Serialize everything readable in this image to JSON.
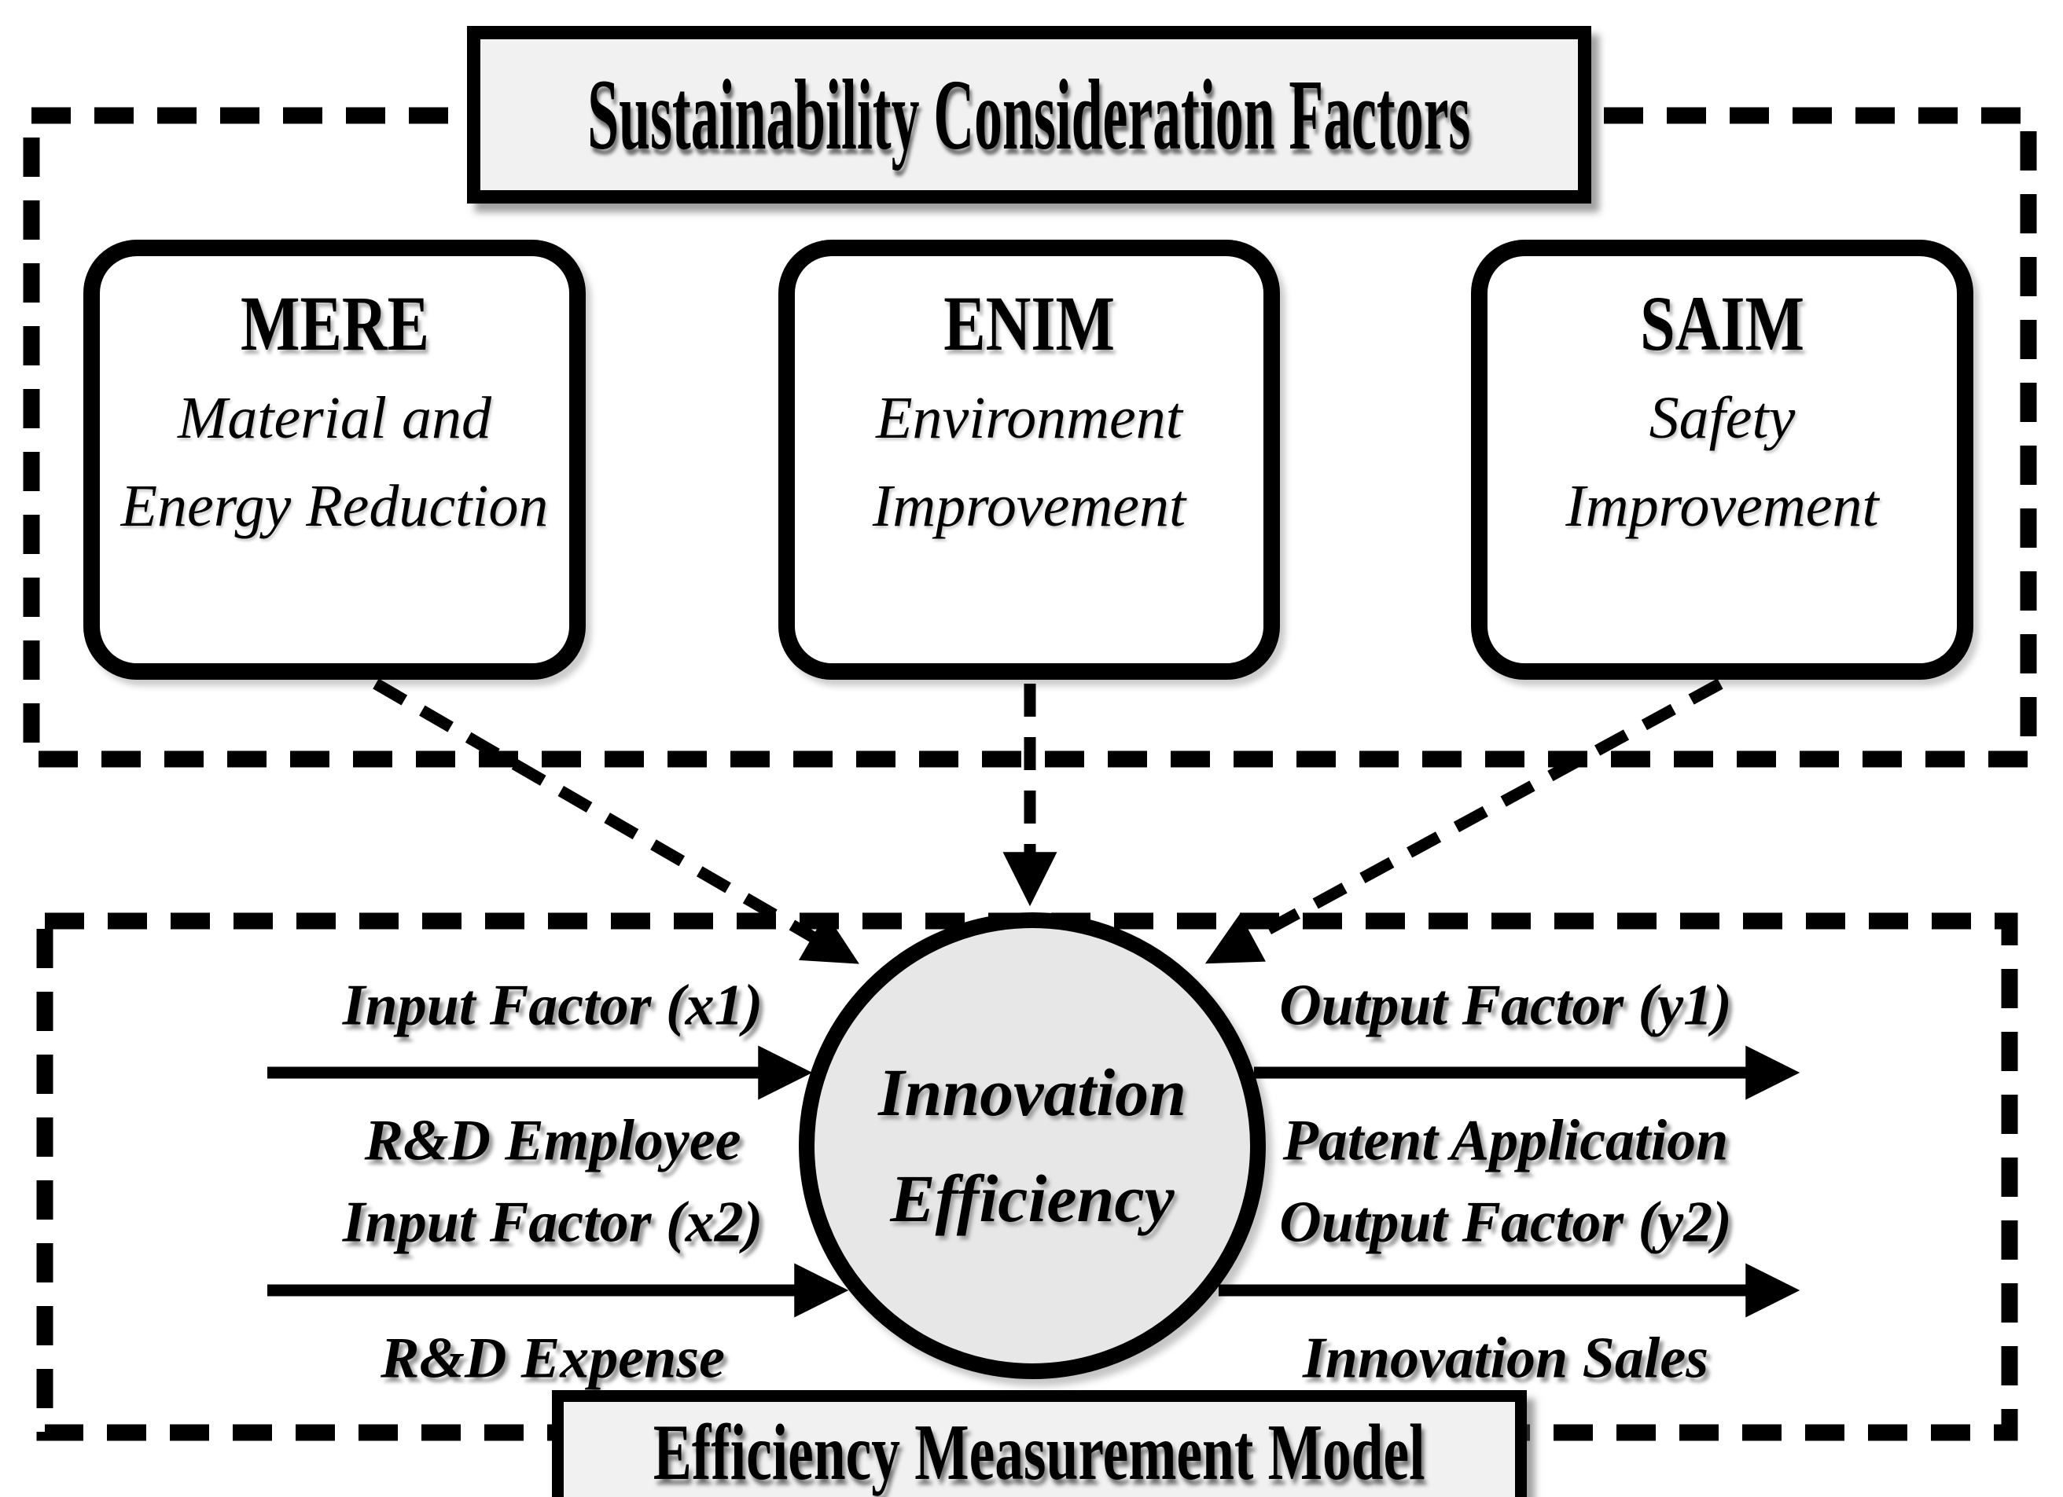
{
  "colors": {
    "ink": "#000000",
    "background": "#ffffff",
    "panel_bg": "#f1f1f1",
    "circle_fill": "#e7e7e7"
  },
  "top_section": {
    "title": "Sustainability Consideration Factors",
    "boxes": [
      {
        "acronym": "MERE",
        "desc_line1": "Material and",
        "desc_line2": "Energy Reduction"
      },
      {
        "acronym": "ENIM",
        "desc_line1": "Environment",
        "desc_line2": "Improvement"
      },
      {
        "acronym": "SAIM",
        "desc_line1": "Safety",
        "desc_line2": "Improvement"
      }
    ]
  },
  "bottom_section": {
    "title": "Efficiency Measurement Model",
    "circle": {
      "line1": "Innovation",
      "line2": "Efficiency"
    },
    "inputs": [
      {
        "label": "Input Factor (x1)",
        "name": "R&D Employee"
      },
      {
        "label": "Input Factor (x2)",
        "name": "R&D Expense"
      }
    ],
    "outputs": [
      {
        "label": "Output Factor (y1)",
        "name": "Patent Application"
      },
      {
        "label": "Output Factor (y2)",
        "name": "Innovation Sales"
      }
    ]
  }
}
